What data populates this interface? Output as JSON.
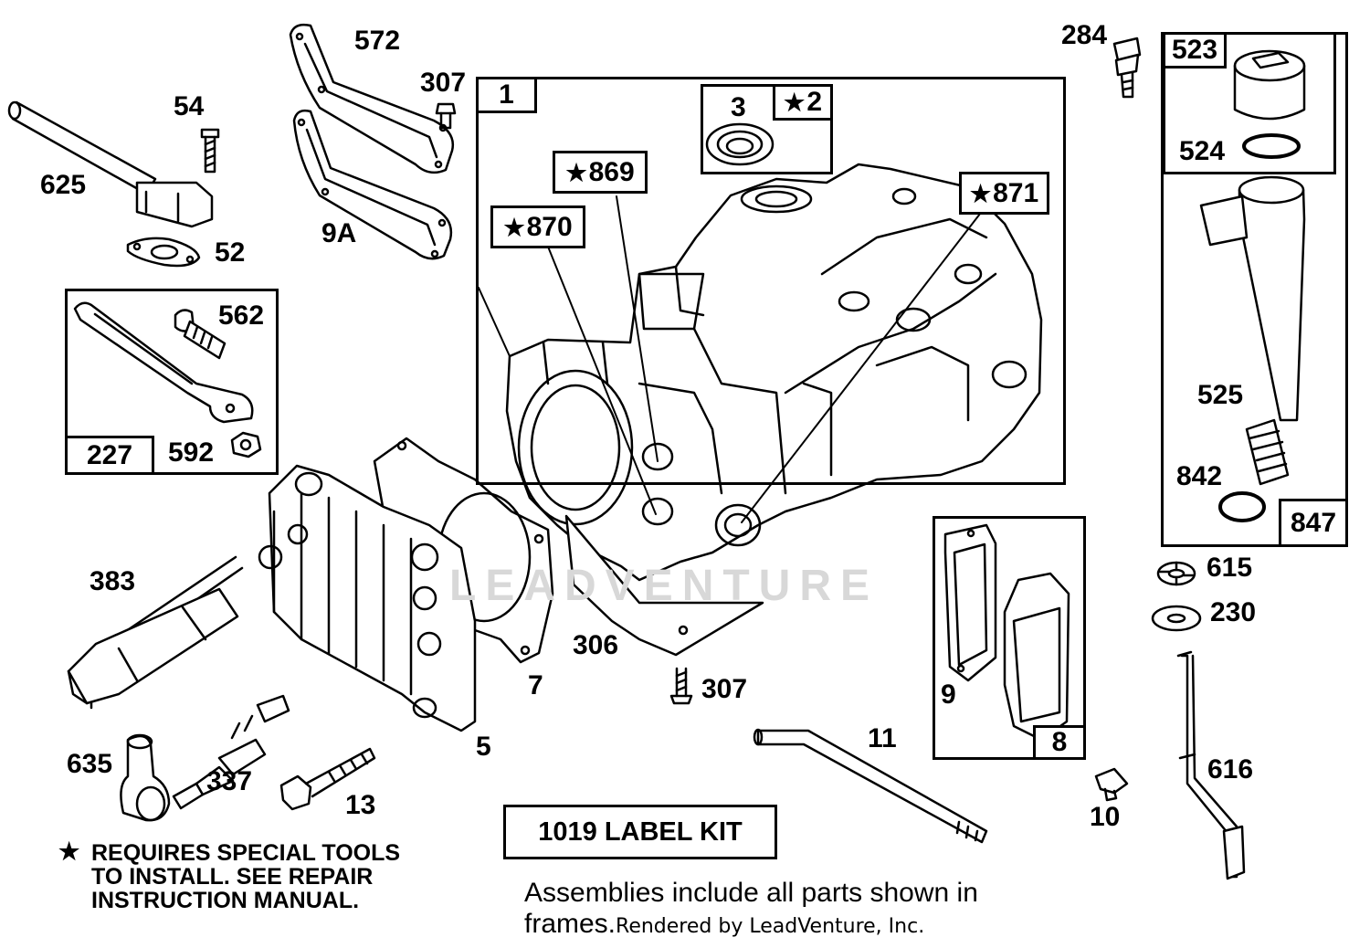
{
  "parts": {
    "p625": "625",
    "p54": "54",
    "p52": "52",
    "p572": "572",
    "p307_top": "307",
    "p9A": "9A",
    "p562": "562",
    "p227": "227",
    "p592": "592",
    "p1": "1",
    "p3": "3",
    "p2": "2",
    "p869": "869",
    "p870": "870",
    "p871": "871",
    "p284": "284",
    "p523": "523",
    "p524": "524",
    "p525": "525",
    "p842": "842",
    "p847": "847",
    "p615": "615",
    "p230": "230",
    "p616": "616",
    "p383": "383",
    "p7": "7",
    "p306": "306",
    "p307_mid": "307",
    "p5": "5",
    "p635": "635",
    "p337": "337",
    "p13": "13",
    "p9": "9",
    "p8": "8",
    "p11": "11",
    "p10": "10"
  },
  "star_symbol": "★",
  "label_kit": "1019 LABEL KIT",
  "special_tools_note": {
    "line1": "REQUIRES SPECIAL TOOLS",
    "line2": "TO INSTALL.  SEE REPAIR",
    "line3": "INSTRUCTION MANUAL."
  },
  "footer": {
    "line1": "Assemblies include all parts shown in",
    "line2": "frames.",
    "credit": "Rendered by LeadVenture, Inc."
  },
  "watermark": "LEADVENTURE",
  "colors": {
    "ink": "#000000",
    "paper": "#ffffff",
    "watermark": "#d8d8d8"
  }
}
